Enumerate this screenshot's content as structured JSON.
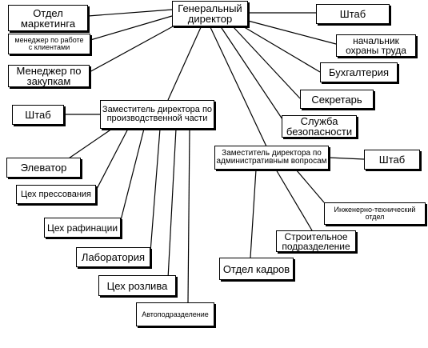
{
  "diagram": {
    "ceo": "Генеральный\nдиректор",
    "top_left": {
      "marketing": "Отдел\nмаркетинга",
      "client_manager": "менеджер по работе\nс клиентами",
      "purchase_manager": "Менеджер по\nзакупкам"
    },
    "top_right": {
      "staff": "Штаб",
      "safety_chief": "начальник\nохраны труда",
      "accounting": "Бухгалтерия",
      "secretary": "Секретарь",
      "security": "Служба\nбезопасности"
    },
    "production": {
      "deputy": "Заместитель директора по\nпроизводственной части",
      "staff": "Штаб",
      "elevator": "Элеватор",
      "pressing": "Цех прессования",
      "refining": "Цех рафинации",
      "laboratory": "Лаборатория",
      "bottling": "Цех розлива",
      "auto": "Автоподразделение"
    },
    "admin": {
      "deputy": "Заместитель директора по\nадминистративным вопросам",
      "staff": "Штаб",
      "engineering": "Инженерно-технический\nотдел",
      "construction": "Строительное\nподразделение",
      "hr": "Отдел кадров"
    }
  }
}
